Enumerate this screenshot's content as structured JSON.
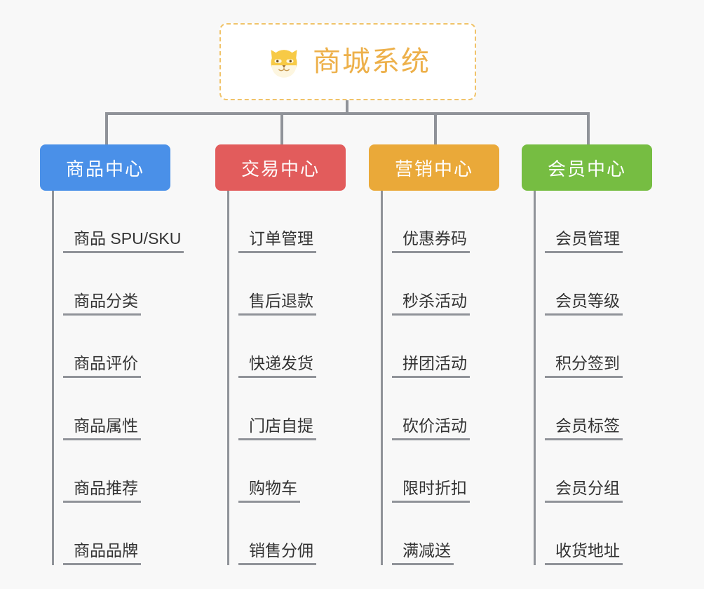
{
  "root": {
    "title": "商城系统",
    "icon": "shiba-dog-icon",
    "border_color": "#f0c36a",
    "text_color": "#edb04a",
    "background": "#ffffff",
    "border_style": "dashed"
  },
  "canvas": {
    "background": "#f8f8f8",
    "connector_color": "#909399"
  },
  "categories": [
    {
      "label": "商品中心",
      "color": "#4a90e8",
      "items": [
        "商品 SPU/SKU",
        "商品分类",
        "商品评价",
        "商品属性",
        "商品推荐",
        "商品品牌"
      ]
    },
    {
      "label": "交易中心",
      "color": "#e25c5c",
      "items": [
        "订单管理",
        "售后退款",
        "快递发货",
        "门店自提",
        "购物车",
        "销售分佣"
      ]
    },
    {
      "label": "营销中心",
      "color": "#eaa939",
      "items": [
        "优惠券码",
        "秒杀活动",
        "拼团活动",
        "砍价活动",
        "限时折扣",
        "满减送"
      ]
    },
    {
      "label": "会员中心",
      "color": "#76bd42",
      "items": [
        "会员管理",
        "会员等级",
        "积分签到",
        "会员标签",
        "会员分组",
        "收货地址"
      ]
    }
  ]
}
